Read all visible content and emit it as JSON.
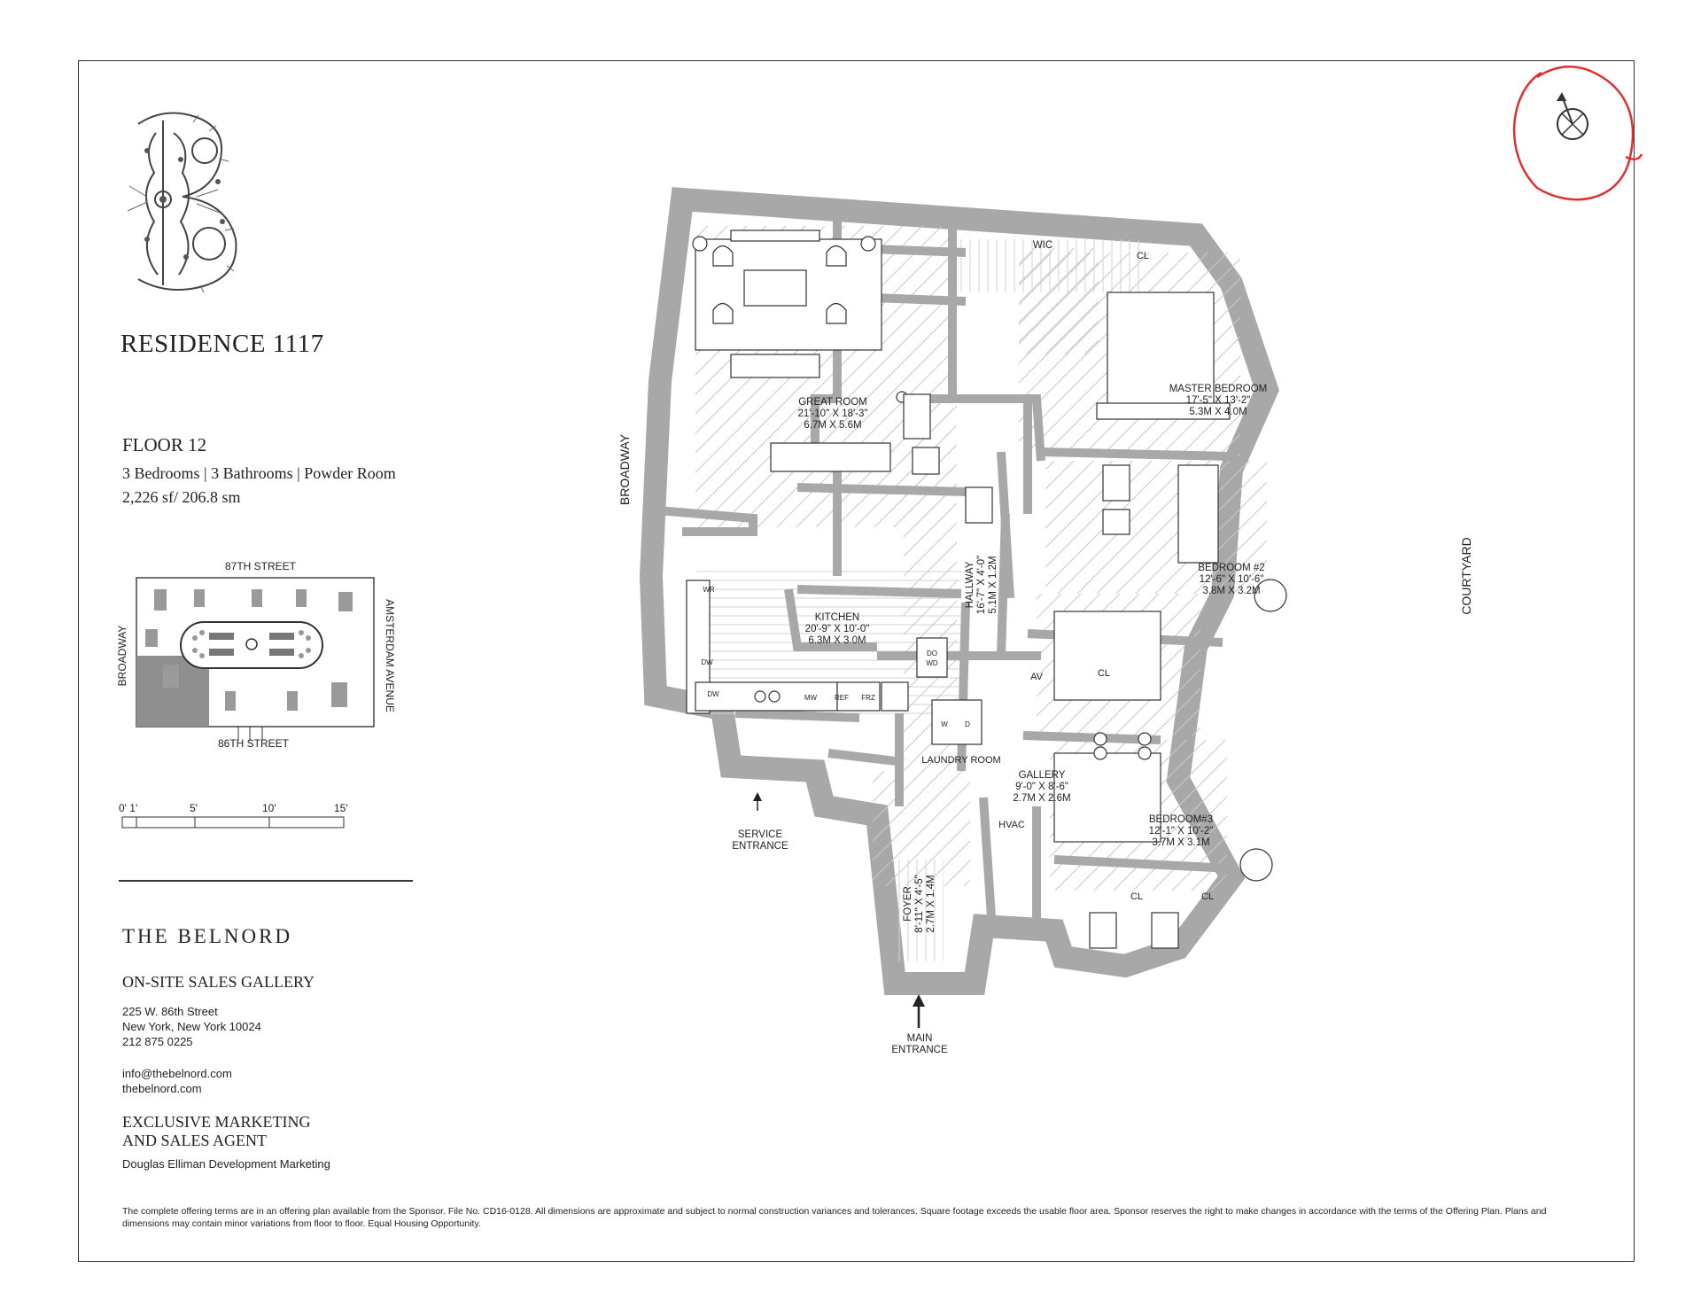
{
  "residence": {
    "title": "RESIDENCE 1117",
    "floor": "FLOOR 12",
    "rooms_summary": "3 Bedrooms | 3 Bathrooms | Powder Room",
    "area": "2,226 sf/ 206.8 sm"
  },
  "key_plan": {
    "north_street": "87TH STREET",
    "south_street": "86TH STREET",
    "west_street": "BROADWAY",
    "east_street": "AMSTERDAM AVENUE"
  },
  "scale_bar": {
    "labels": [
      "0' 1'",
      "5'",
      "10'",
      "15'"
    ]
  },
  "brand": {
    "name": "THE BELNORD",
    "gallery": "ON-SITE SALES GALLERY",
    "address_line1": "225 W. 86th Street",
    "address_line2": "New York, New York 10024",
    "phone": "212 875 0225",
    "email": "info@thebelnord.com",
    "website": "thebelnord.com",
    "marketing_line1": "EXCLUSIVE MARKETING",
    "marketing_line2": "AND SALES AGENT",
    "agent": "Douglas Elliman Development Marketing"
  },
  "plan": {
    "streets": {
      "west": "BROADWAY",
      "east": "COURTYARD"
    },
    "rooms": {
      "great_room": {
        "name": "GREAT ROOM",
        "imperial": "21'-10\" X 18'-3\"",
        "metric": "6.7M X 5.6M"
      },
      "kitchen": {
        "name": "KITCHEN",
        "imperial": "20'-9\" X 10'-0\"",
        "metric": "6.3M X 3.0M"
      },
      "master": {
        "name": "MASTER BEDROOM",
        "imperial": "17'-5\" X 13'-2\"",
        "metric": "5.3M X 4.0M"
      },
      "bedroom2": {
        "name": "BEDROOM #2",
        "imperial": "12'-6\" X 10'-6\"",
        "metric": "3.8M X 3.2M"
      },
      "bedroom3": {
        "name": "BEDROOM#3",
        "imperial": "12'-1\" X 10'-2\"",
        "metric": "3.7M X 3.1M"
      },
      "gallery": {
        "name": "GALLERY",
        "imperial": "9'-0\" X 8'-6\"",
        "metric": "2.7M X 2.6M"
      },
      "hallway": {
        "name": "HALLWAY",
        "imperial": "16'-7\" X 4'-0\"",
        "metric": "5.1M X 1.2M"
      },
      "foyer": {
        "name": "FOYER",
        "imperial": "8'-11\" X 4'-5\"",
        "metric": "2.7M X 1.4M"
      }
    },
    "small_labels": {
      "wic": "WIC",
      "cl": "CL",
      "av": "AV",
      "hvac": "HVAC",
      "laundry": "LAUNDRY ROOM",
      "wr": "WR",
      "dw": "DW",
      "dw2": "DW",
      "ref": "REF",
      "frz": "FRZ",
      "mw": "MW",
      "do": "DO",
      "wd": "WD",
      "w": "W",
      "d": "D"
    },
    "entrances": {
      "service_line1": "SERVICE",
      "service_line2": "ENTRANCE",
      "main_line1": "MAIN",
      "main_line2": "ENTRANCE"
    }
  },
  "disclaimer": "The complete offering terms are in an offering plan available from the Sponsor. File No. CD16-0128. All dimensions are approximate and subject to normal construction variances and tolerances. Square footage exceeds the usable floor area. Sponsor reserves the right to make changes in accordance with the terms of the Offering Plan. Plans and dimensions may contain minor variations from floor to floor. Equal Housing Opportunity.",
  "colors": {
    "wall": "#a8a8a8",
    "ink": "#333333",
    "annotation": "#e03030",
    "key_highlight": "#8f8f8f"
  },
  "icons": {
    "logo": "ornate-letter-b-monogram",
    "compass": "north-arrow-icon"
  }
}
